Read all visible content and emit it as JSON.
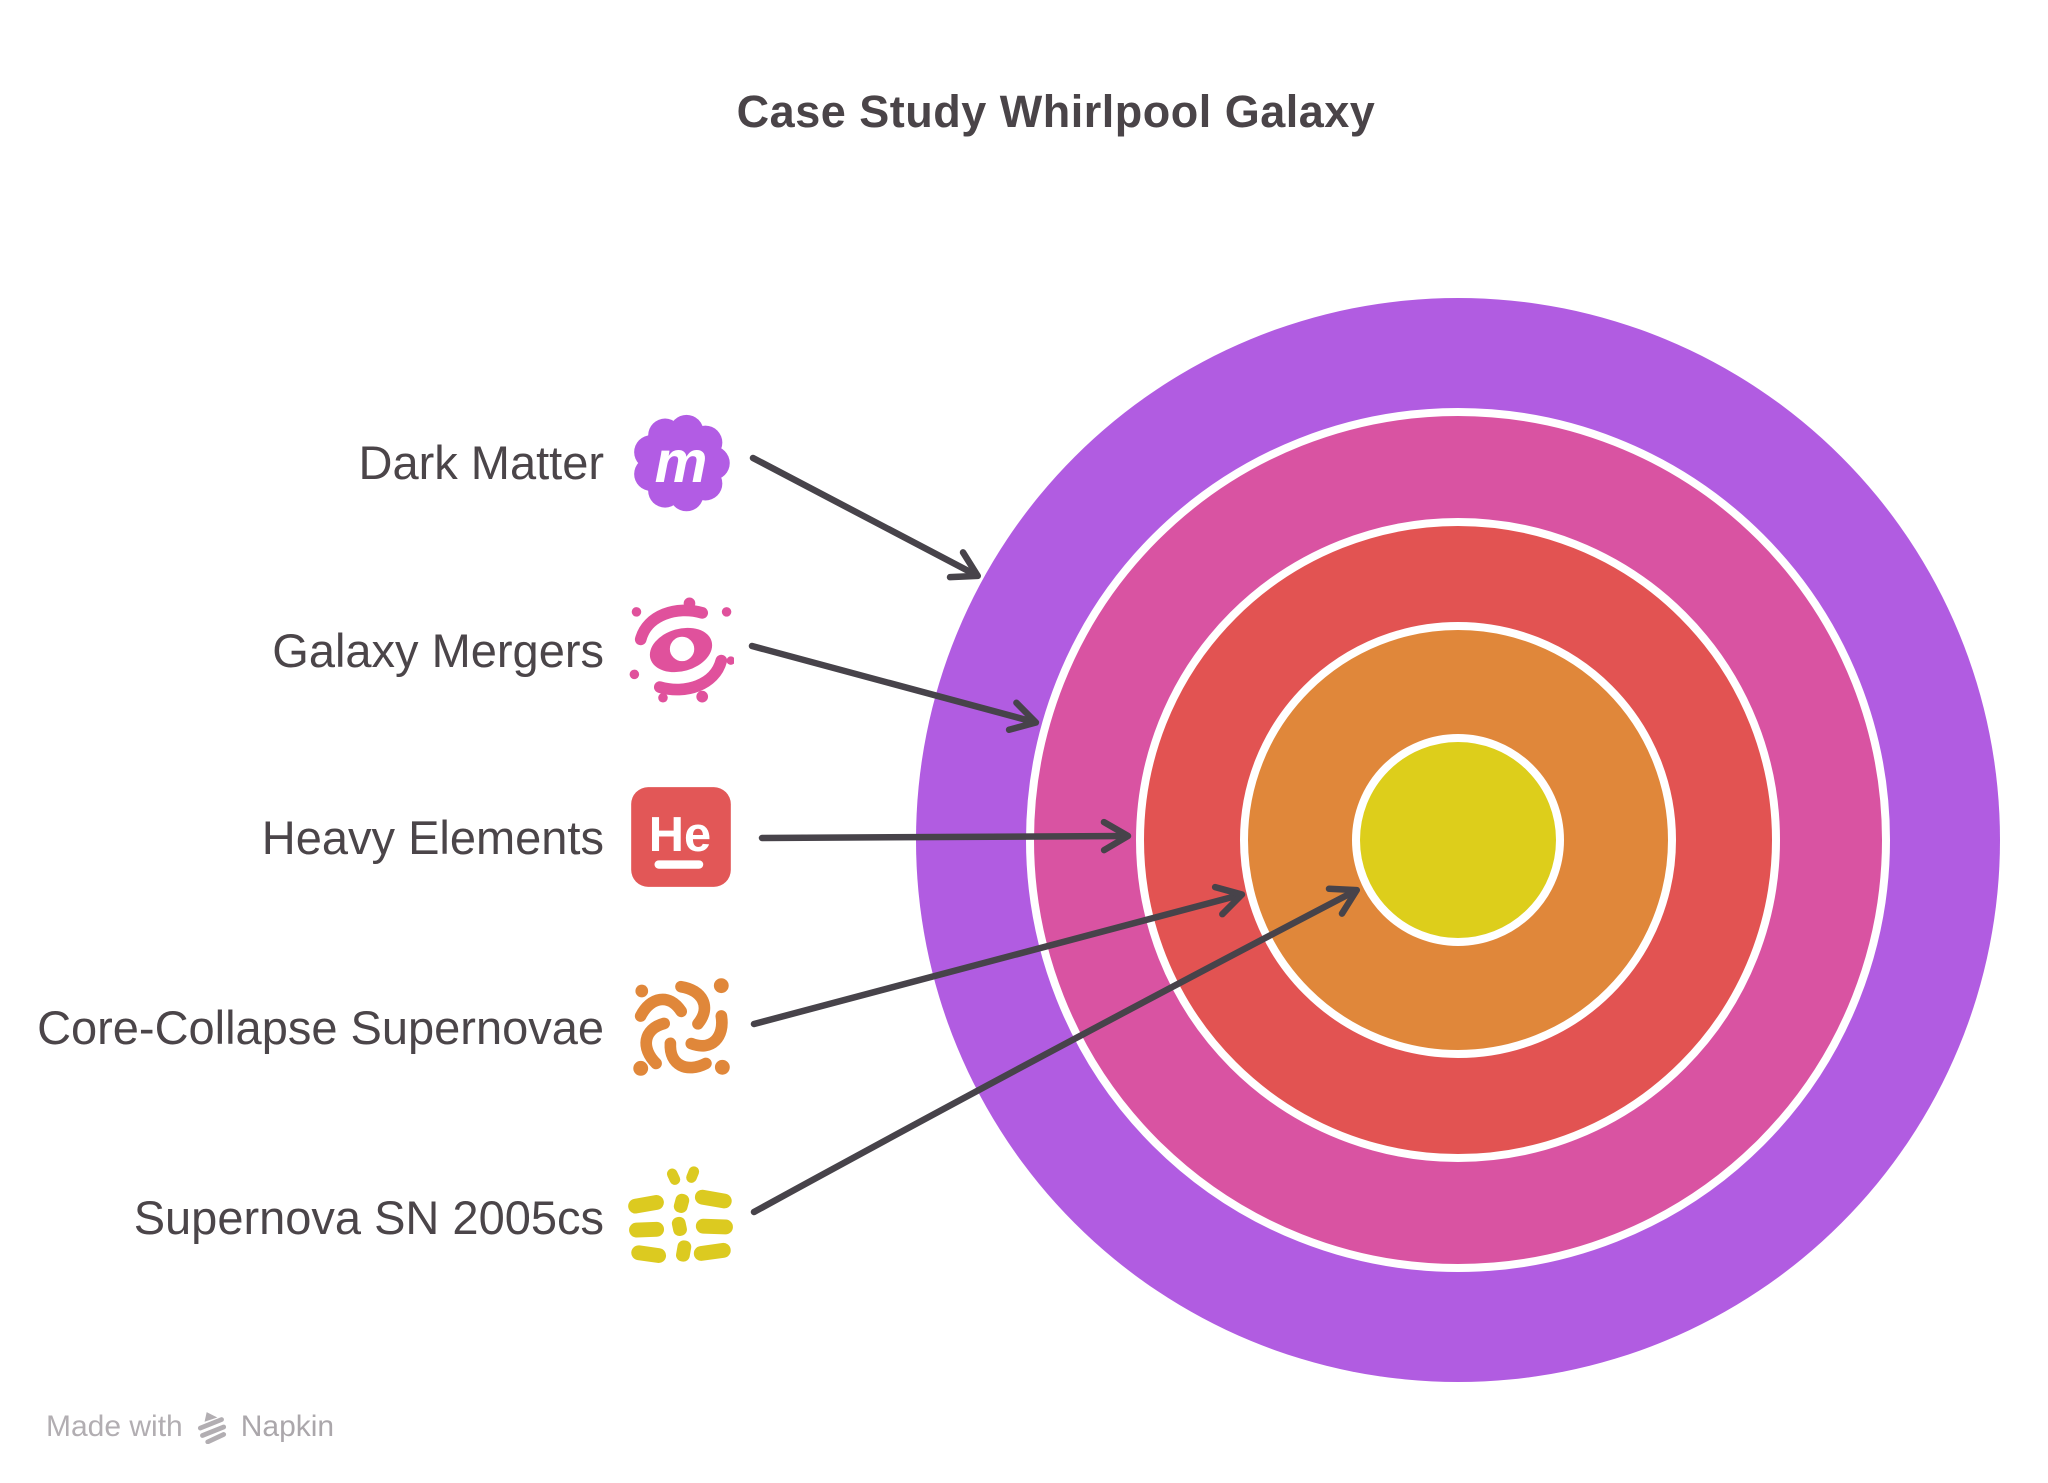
{
  "title": "Case Study Whirlpool Galaxy",
  "diagram": {
    "type": "concentric-onion",
    "rings": [
      {
        "level": 1,
        "label": "Dark Matter",
        "color": "#b15ce1",
        "icon": "dark-matter-blob-m-icon",
        "icon_color": "#b25ce4",
        "icon_text": "m"
      },
      {
        "level": 2,
        "label": "Galaxy Mergers",
        "color": "#d953a2",
        "icon": "spiral-galaxy-icon",
        "icon_color": "#e0519c"
      },
      {
        "level": 3,
        "label": "Heavy Elements",
        "color": "#e25352",
        "icon": "helium-symbol-icon",
        "icon_color": "#e25757",
        "icon_text": "He"
      },
      {
        "level": 4,
        "label": "Core-Collapse Supernovae",
        "color": "#e0873a",
        "icon": "swirl-pinwheel-icon",
        "icon_color": "#e0873a"
      },
      {
        "level": 5,
        "label": "Supernova SN 2005cs",
        "color": "#ddce1b",
        "icon": "supernova-burst-icon",
        "icon_color": "#dcca20"
      }
    ]
  },
  "colors": {
    "background": "#ffffff",
    "title_text": "#4a4448",
    "label_text": "#4b4549",
    "arrow": "#47434a",
    "ring_separator": "#ffffff",
    "footer_text": "#b2aeb2"
  },
  "footer": {
    "made_with": "Made with",
    "brand": "Napkin"
  }
}
